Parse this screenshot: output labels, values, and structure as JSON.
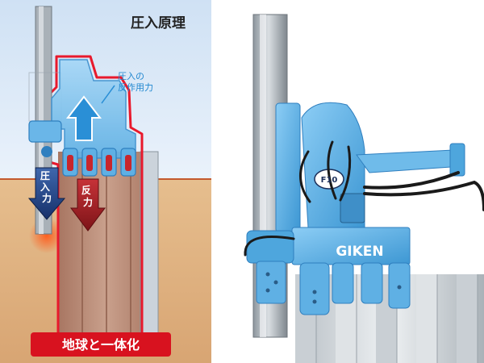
{
  "diagram": {
    "title": "圧入原理",
    "reaction_label": "圧入の\n反作用力",
    "press_in_arrow_label": "圧入力",
    "reaction_arrow_label": "反力",
    "bottom_caption": "地球と一体化"
  },
  "photo": {
    "brand": "GIKEN",
    "model_badge": "F10"
  },
  "colors": {
    "sky": "#dbe9f7",
    "ground": "#e3b989",
    "machine": "#4ea6dd",
    "machine_light": "#7cc5f3",
    "red_frame": "#e8192c",
    "pile": "#b78772",
    "arrow_blue": "#1e3f7e",
    "arrow_red": "#a01d22"
  }
}
